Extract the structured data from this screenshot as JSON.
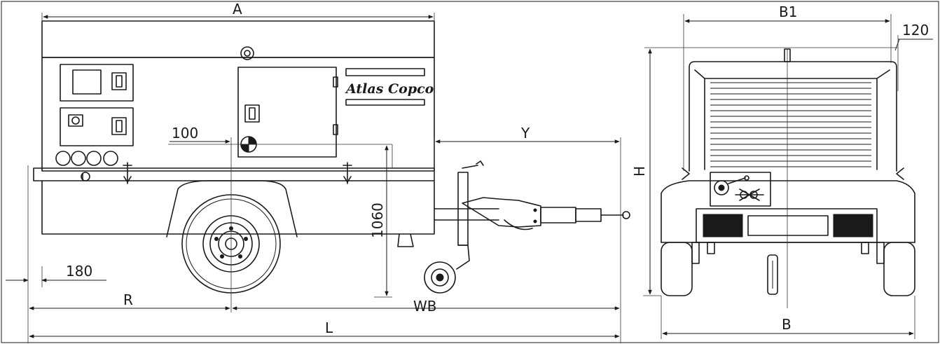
{
  "brand": {
    "name": "Atlas Copco"
  },
  "dimensions": {
    "A": "A",
    "B1": "B1",
    "B": "B",
    "H": "H",
    "L": "L",
    "R": "R",
    "WB": "WB",
    "Y": "Y",
    "d100": "100",
    "d120": "120",
    "d180": "180",
    "d1060": "1060"
  },
  "colors": {
    "ink": "#1a1a1a",
    "paper": "#ffffff"
  }
}
